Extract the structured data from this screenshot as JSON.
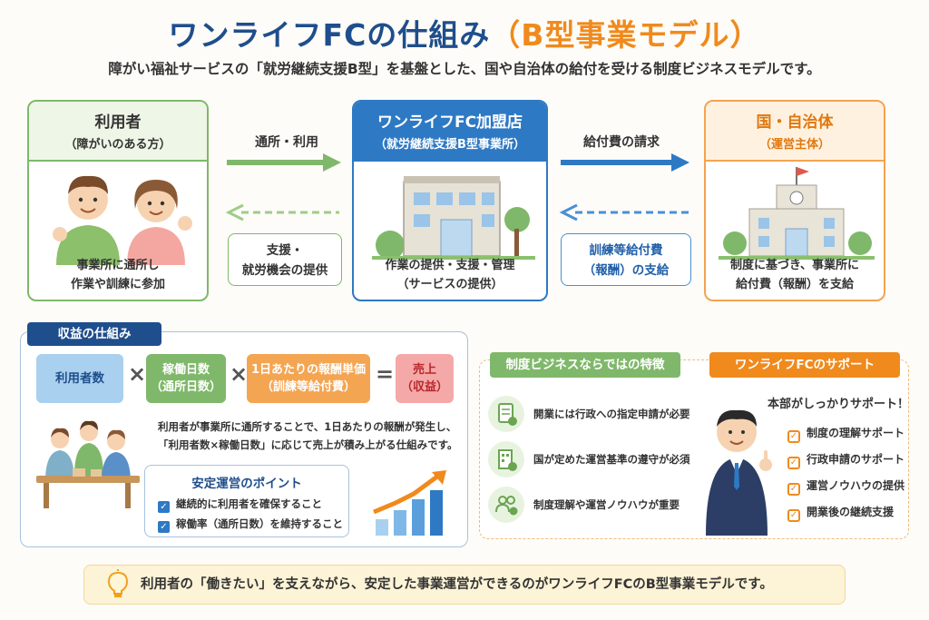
{
  "header": {
    "title_main": "ワンライフFCの仕組み",
    "title_accent": "（B型事業モデル）",
    "subtitle": "障がい福祉サービスの「就労継続支援B型」を基盤とした、国や自治体の給付を受ける制度ビジネスモデルです。"
  },
  "user_card": {
    "title": "利用者",
    "subtitle": "（障がいのある方）",
    "caption_line1": "事業所に通所し",
    "caption_line2": "作業や訓練に参加"
  },
  "store_card": {
    "title": "ワンライフFC加盟店",
    "subtitle": "（就労継続支援B型事業所）",
    "caption_line1": "作業の提供・支援・管理",
    "caption_line2": "（サービスの提供）"
  },
  "gov_card": {
    "title": "国・自治体",
    "subtitle": "（運営主体）",
    "caption_line1": "制度に基づき、事業所に",
    "caption_line2": "給付費（報酬）を支給"
  },
  "flows": {
    "user_to_store": "通所・利用",
    "store_to_user_line1": "支援・",
    "store_to_user_line2": "就労機会の提供",
    "store_to_gov": "給付費の請求",
    "gov_to_store_line1": "訓練等給付費",
    "gov_to_store_line2": "（報酬）の支給"
  },
  "revenue": {
    "tag": "収益の仕組み",
    "f1": "利用者数",
    "f2_line1": "稼働日数",
    "f2_line2": "（通所日数）",
    "f3_line1": "1日あたりの報酬単価",
    "f3_line2": "（訓練等給付費）",
    "f4_line1": "売上",
    "f4_line2": "（収益）",
    "op_times": "×",
    "op_equals": "=",
    "desc_line1": "利用者が事業所に通所することで、1日あたりの報酬が発生し、",
    "desc_line2": "「利用者数×稼働日数」に応じて売上が積み上がる仕組みです。",
    "point_title": "安定運営のポイント",
    "point1": "継続的に利用者を確保すること",
    "point2": "稼働率（通所日数）を維持すること"
  },
  "features": {
    "tag": "制度ビジネスならではの特徴",
    "item1": "開業には行政への指定申請が必要",
    "item2": "国が定めた運営基準の遵守が必須",
    "item3": "制度理解や運営ノウハウが重要"
  },
  "support": {
    "tag": "ワンライフFCのサポート",
    "headline": "本部がしっかりサポート！",
    "item1": "制度の理解サポート",
    "item2": "行政申請のサポート",
    "item3": "運営ノウハウの提供",
    "item4": "開業後の継続支援"
  },
  "footer": {
    "text": "利用者の「働きたい」を支えながら、安定した事業運営ができるのがワンライフFCのB型事業モデルです。"
  },
  "colors": {
    "navy": "#1f4e8c",
    "orange": "#f08a1c",
    "green": "#7fb86a",
    "blue": "#2e79c4"
  }
}
